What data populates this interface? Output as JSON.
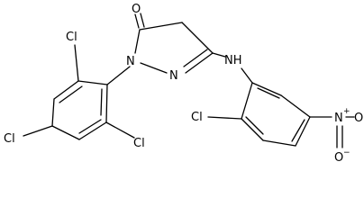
{
  "structure": {
    "atom_labels": {
      "o_ketone": "O",
      "n1": "N",
      "n2": "N",
      "nh": "NH",
      "cl_top_left": "Cl",
      "cl_bottom_right": "Cl",
      "cl_para": "Cl",
      "cl_aniline": "Cl",
      "n_nitro": "N",
      "o_nitro_right": "O",
      "o_nitro_bottom": "O"
    },
    "charges": {
      "n_nitro": "+",
      "o_nitro_bottom": "−"
    }
  }
}
